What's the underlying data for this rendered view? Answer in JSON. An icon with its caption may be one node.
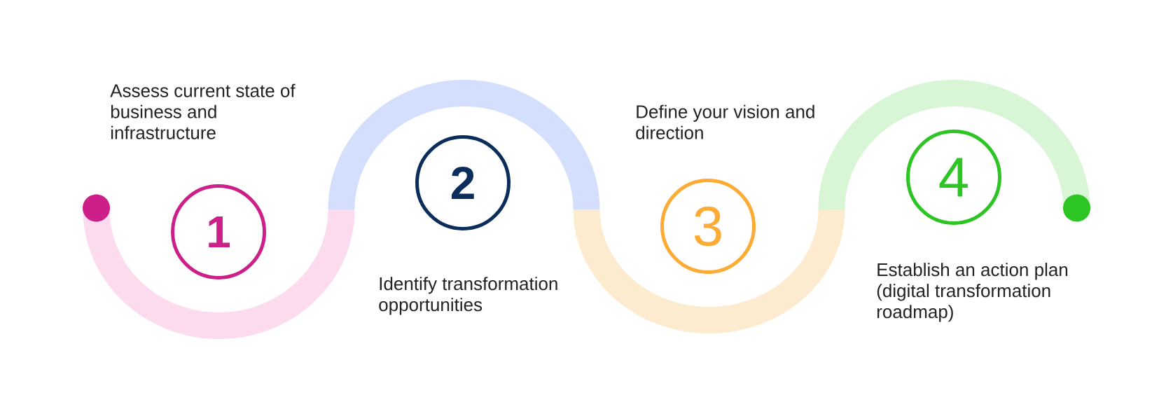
{
  "diagram": {
    "nodes": [
      {
        "text": [
          "1"
        ],
        "beside": [
          "Assess current state of business and infrastructure"
        ]
      },
      {
        "text": [
          "2"
        ],
        "beside": [
          "Identify transformation opportunities"
        ]
      },
      {
        "text": [
          "3"
        ],
        "beside": [
          "Define your vision and direction"
        ]
      },
      {
        "text": [
          "4"
        ],
        "beside": [
          "Establish an action plan (digital transformation roadmap)"
        ]
      }
    ]
  }
}
